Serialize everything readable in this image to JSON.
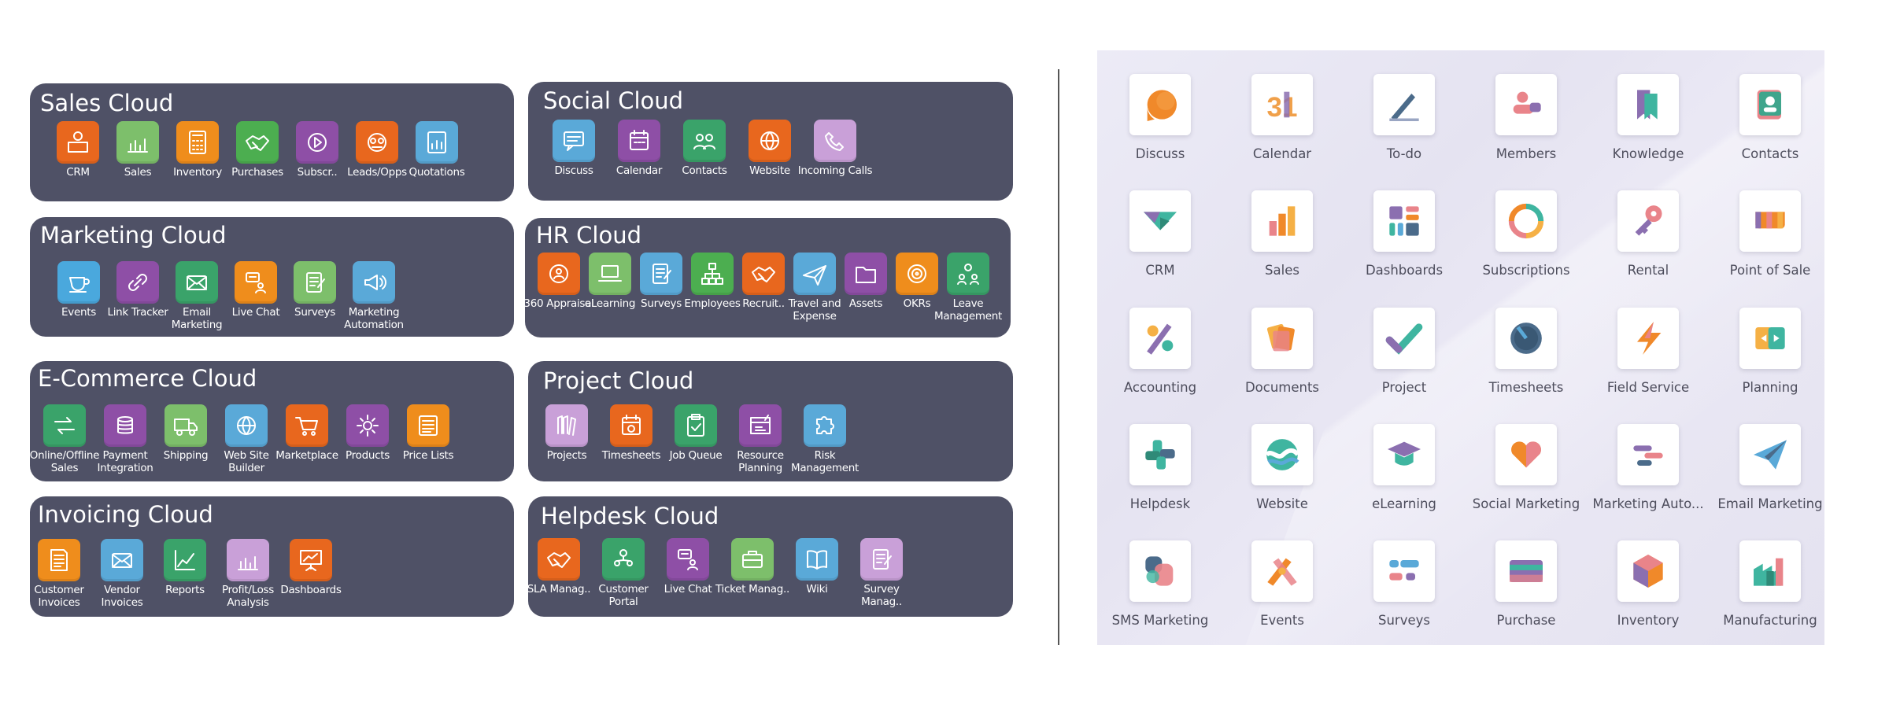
{
  "clouds": [
    {
      "title": "Sales Cloud",
      "tiles": [
        {
          "label": "CRM",
          "color": "#e8671e",
          "icon": "person-board-icon"
        },
        {
          "label": "Sales",
          "color": "#7dbf6b",
          "icon": "bar-chart-icon"
        },
        {
          "label": "Inventory",
          "color": "#ef8d1c",
          "icon": "calculator-icon"
        },
        {
          "label": "Purchases",
          "color": "#4cae50",
          "icon": "handshake-icon"
        },
        {
          "label": "Subscr..",
          "color": "#8e4fa6",
          "icon": "play-circle-icon"
        },
        {
          "label": "Leads/Opps",
          "color": "#e8671e",
          "icon": "people-network-icon"
        },
        {
          "label": "Quotations",
          "color": "#5aa9d8",
          "icon": "bar-doc-icon"
        }
      ]
    },
    {
      "title": "Social Cloud",
      "tiles": [
        {
          "label": "Discuss",
          "color": "#5aa9d8",
          "icon": "chat-icon"
        },
        {
          "label": "Calendar",
          "color": "#8e4fa6",
          "icon": "calendar-icon"
        },
        {
          "label": "Contacts",
          "color": "#3aa36a",
          "icon": "contacts-icon"
        },
        {
          "label": "Website",
          "color": "#e8671e",
          "icon": "globe-icon"
        },
        {
          "label": "Incoming Calls",
          "color": "#c9a0d8",
          "icon": "phone-icon"
        }
      ]
    },
    {
      "title": "Marketing Cloud",
      "tiles": [
        {
          "label": "Events",
          "color": "#4aa8dd",
          "icon": "cup-icon"
        },
        {
          "label": "Link Tracker",
          "color": "#8e4fa6",
          "icon": "link-icon"
        },
        {
          "label": "Email Marketing",
          "color": "#3aa36a",
          "icon": "envelope-icon"
        },
        {
          "label": "Live Chat",
          "color": "#ef8d1c",
          "icon": "chat-person-icon"
        },
        {
          "label": "Surveys",
          "color": "#7dbf6b",
          "icon": "survey-icon"
        },
        {
          "label": "Marketing Automation",
          "color": "#5aa9d8",
          "icon": "megaphone-icon"
        }
      ]
    },
    {
      "title": "HR Cloud",
      "tiles": [
        {
          "label": "360 Appraisal",
          "color": "#e8671e",
          "icon": "people-cycle-icon"
        },
        {
          "label": "eLearning",
          "color": "#7dbf6b",
          "icon": "laptop-icon"
        },
        {
          "label": "Surveys",
          "color": "#5aa9d8",
          "icon": "survey-icon"
        },
        {
          "label": "Employees",
          "color": "#4cae50",
          "icon": "org-chart-icon"
        },
        {
          "label": "Recruit..",
          "color": "#e8671e",
          "icon": "handshake-icon"
        },
        {
          "label": "Travel and Expense",
          "color": "#5aa9d8",
          "icon": "plane-icon"
        },
        {
          "label": "Assets",
          "color": "#8e4fa6",
          "icon": "folder-icon"
        },
        {
          "label": "OKRs",
          "color": "#ef8d1c",
          "icon": "target-icon"
        },
        {
          "label": "Leave Management",
          "color": "#3aa36a",
          "icon": "people-leave-icon"
        }
      ]
    },
    {
      "title": "E-Commerce Cloud",
      "tiles": [
        {
          "label": "Online/Offline Sales",
          "color": "#3aa36a",
          "icon": "arrows-icon"
        },
        {
          "label": "Payment Integration",
          "color": "#8e4fa6",
          "icon": "coins-icon"
        },
        {
          "label": "Shipping",
          "color": "#7dbf6b",
          "icon": "truck-icon"
        },
        {
          "label": "Web Site Builder",
          "color": "#5aa9d8",
          "icon": "globe-icon"
        },
        {
          "label": "Marketplace",
          "color": "#e8671e",
          "icon": "cart-icon"
        },
        {
          "label": "Products",
          "color": "#8e4fa6",
          "icon": "gear-icon"
        },
        {
          "label": "Price Lists",
          "color": "#ef8d1c",
          "icon": "price-list-icon"
        }
      ]
    },
    {
      "title": "Project Cloud",
      "tiles": [
        {
          "label": "Projects",
          "color": "#c9a0d8",
          "icon": "books-icon"
        },
        {
          "label": "Timesheets",
          "color": "#e8671e",
          "icon": "calendar-clock-icon"
        },
        {
          "label": "Job Queue",
          "color": "#3aa36a",
          "icon": "clipboard-icon"
        },
        {
          "label": "Resource Planning",
          "color": "#8e4fa6",
          "icon": "plan-icon"
        },
        {
          "label": "Risk Management",
          "color": "#5aa9d8",
          "icon": "puzzle-icon"
        }
      ]
    },
    {
      "title": "Invoicing Cloud",
      "tiles": [
        {
          "label": "Customer Invoices",
          "color": "#ef8d1c",
          "icon": "invoice-icon"
        },
        {
          "label": "Vendor Invoices",
          "color": "#5aa9d8",
          "icon": "envelope-icon"
        },
        {
          "label": "Reports",
          "color": "#3aa36a",
          "icon": "line-chart-icon"
        },
        {
          "label": "Profit/Loss Analysis",
          "color": "#c9a0d8",
          "icon": "bar-chart-icon"
        },
        {
          "label": "Dashboards",
          "color": "#e8671e",
          "icon": "presentation-icon"
        }
      ]
    },
    {
      "title": "Helpdesk Cloud",
      "tiles": [
        {
          "label": "SLA Manag..",
          "color": "#e8671e",
          "icon": "handshake-icon"
        },
        {
          "label": "Customer Portal",
          "color": "#3aa36a",
          "icon": "portal-people-icon"
        },
        {
          "label": "Live Chat",
          "color": "#8e4fa6",
          "icon": "chat-person-icon"
        },
        {
          "label": "Ticket Manag..",
          "color": "#7dbf6b",
          "icon": "briefcase-icon"
        },
        {
          "label": "Wiki",
          "color": "#5aa9d8",
          "icon": "book-icon"
        },
        {
          "label": "Survey Manag..",
          "color": "#c9a0d8",
          "icon": "survey-icon"
        }
      ]
    }
  ],
  "apps": [
    {
      "label": "Discuss",
      "icon": "discuss-icon"
    },
    {
      "label": "Calendar",
      "icon": "calendar-31-icon"
    },
    {
      "label": "To-do",
      "icon": "pen-icon"
    },
    {
      "label": "Members",
      "icon": "members-icon"
    },
    {
      "label": "Knowledge",
      "icon": "bookmark-icon"
    },
    {
      "label": "Contacts",
      "icon": "contact-card-icon"
    },
    {
      "label": "CRM",
      "icon": "crm-handshake-icon"
    },
    {
      "label": "Sales",
      "icon": "sales-bars-icon"
    },
    {
      "label": "Dashboards",
      "icon": "dashboard-tiles-icon"
    },
    {
      "label": "Subscriptions",
      "icon": "subscription-cycle-icon"
    },
    {
      "label": "Rental",
      "icon": "key-icon"
    },
    {
      "label": "Point of Sale",
      "icon": "shop-awning-icon"
    },
    {
      "label": "Accounting",
      "icon": "percent-icon"
    },
    {
      "label": "Documents",
      "icon": "documents-icon"
    },
    {
      "label": "Project",
      "icon": "checkmark-icon"
    },
    {
      "label": "Timesheets",
      "icon": "timer-icon"
    },
    {
      "label": "Field Service",
      "icon": "lightning-icon"
    },
    {
      "label": "Planning",
      "icon": "planning-icon"
    },
    {
      "label": "Helpdesk",
      "icon": "lifebuoy-icon"
    },
    {
      "label": "Website",
      "icon": "website-wave-icon"
    },
    {
      "label": "eLearning",
      "icon": "graduation-cap-icon"
    },
    {
      "label": "Social Marketing",
      "icon": "heart-icon"
    },
    {
      "label": "Marketing Auto...",
      "icon": "automation-icon"
    },
    {
      "label": "Email Marketing",
      "icon": "paper-plane-icon"
    },
    {
      "label": "SMS Marketing",
      "icon": "sms-bubbles-icon"
    },
    {
      "label": "Events",
      "icon": "events-ribbon-icon"
    },
    {
      "label": "Surveys",
      "icon": "survey-toggles-icon"
    },
    {
      "label": "Purchase",
      "icon": "credit-card-icon"
    },
    {
      "label": "Inventory",
      "icon": "hexagon-box-icon"
    },
    {
      "label": "Manufacturing",
      "icon": "factory-icon"
    }
  ]
}
